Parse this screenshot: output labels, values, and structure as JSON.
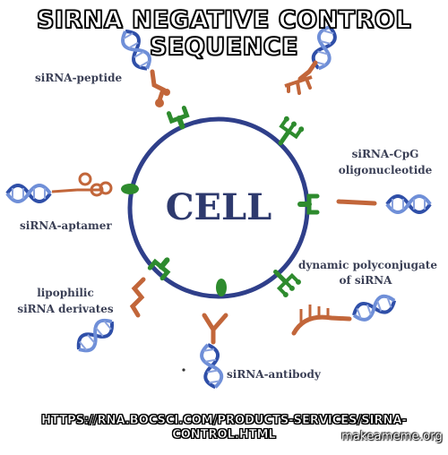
{
  "meme": {
    "top_line1": "siRNA Negative Control",
    "top_line2": "Sequence",
    "bottom_text": "https://rna.bocsci.com/products-services/sirna-control.html",
    "watermark": "makeameme.org"
  },
  "diagram": {
    "cell_label": "CELL",
    "labels": {
      "peptide": "siRNA-peptide",
      "cpg_line1": "siRNA-CpG",
      "cpg_line2": "oligonucleotide",
      "aptamer": "siRNA-aptamer",
      "dynamic_line1": "dynamic polyconjugate",
      "dynamic_line2": "of siRNA",
      "lipophilic_line1": "lipophilic",
      "lipophilic_line2": "siRNA derivates",
      "antibody": "siRNA-antibody"
    },
    "colors": {
      "membrane": "#2f3f8a",
      "receptor": "#2e8b2e",
      "rna_blue": "#2f4fa8",
      "conjugate_orange": "#c2663a"
    }
  }
}
